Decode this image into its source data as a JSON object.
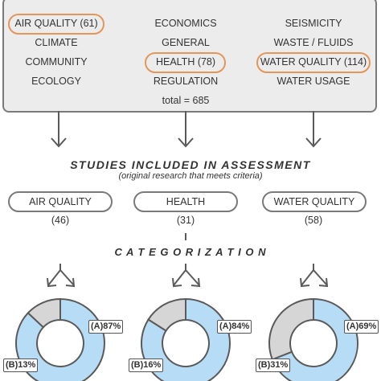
{
  "topics": {
    "col1": [
      "AIR QUALITY (61)",
      "CLIMATE",
      "COMMUNITY",
      "ECOLOGY"
    ],
    "col2": [
      "ECONOMICS",
      "GENERAL",
      "HEALTH (78)",
      "REGULATION"
    ],
    "col3": [
      "SEISMICITY",
      "WASTE / FLUIDS",
      "WATER QUALITY (114)",
      "WATER USAGE"
    ],
    "total": "total = 685"
  },
  "assessment": {
    "title": "STUDIES INCLUDED IN ASSESSMENT",
    "subtitle": "(original research that meets criteria)"
  },
  "categories": [
    {
      "name": "AIR QUALITY",
      "count": "(46)",
      "label_a": "(A)87%",
      "label_b": "(B)13%"
    },
    {
      "name": "HEALTH",
      "count": "(31)",
      "label_a": "(A)84%",
      "label_b": "(B)16%"
    },
    {
      "name": "WATER QUALITY",
      "count": "(58)",
      "label_a": "(A)69%",
      "label_b": "(B)31%"
    }
  ],
  "categorization_title": "C A T E G O R I Z A T I O N",
  "chart_data": [
    {
      "type": "pie",
      "title": "AIR QUALITY",
      "categories": [
        "A",
        "B"
      ],
      "values": [
        87,
        13
      ]
    },
    {
      "type": "pie",
      "title": "HEALTH",
      "categories": [
        "A",
        "B"
      ],
      "values": [
        84,
        16
      ]
    },
    {
      "type": "pie",
      "title": "WATER QUALITY",
      "categories": [
        "A",
        "B"
      ],
      "values": [
        69,
        31
      ]
    }
  ],
  "colors": {
    "segment_a": "#b7dcf5",
    "segment_b": "#d6d6d6",
    "highlight": "#e3965a",
    "stroke": "#5a5a5a"
  }
}
